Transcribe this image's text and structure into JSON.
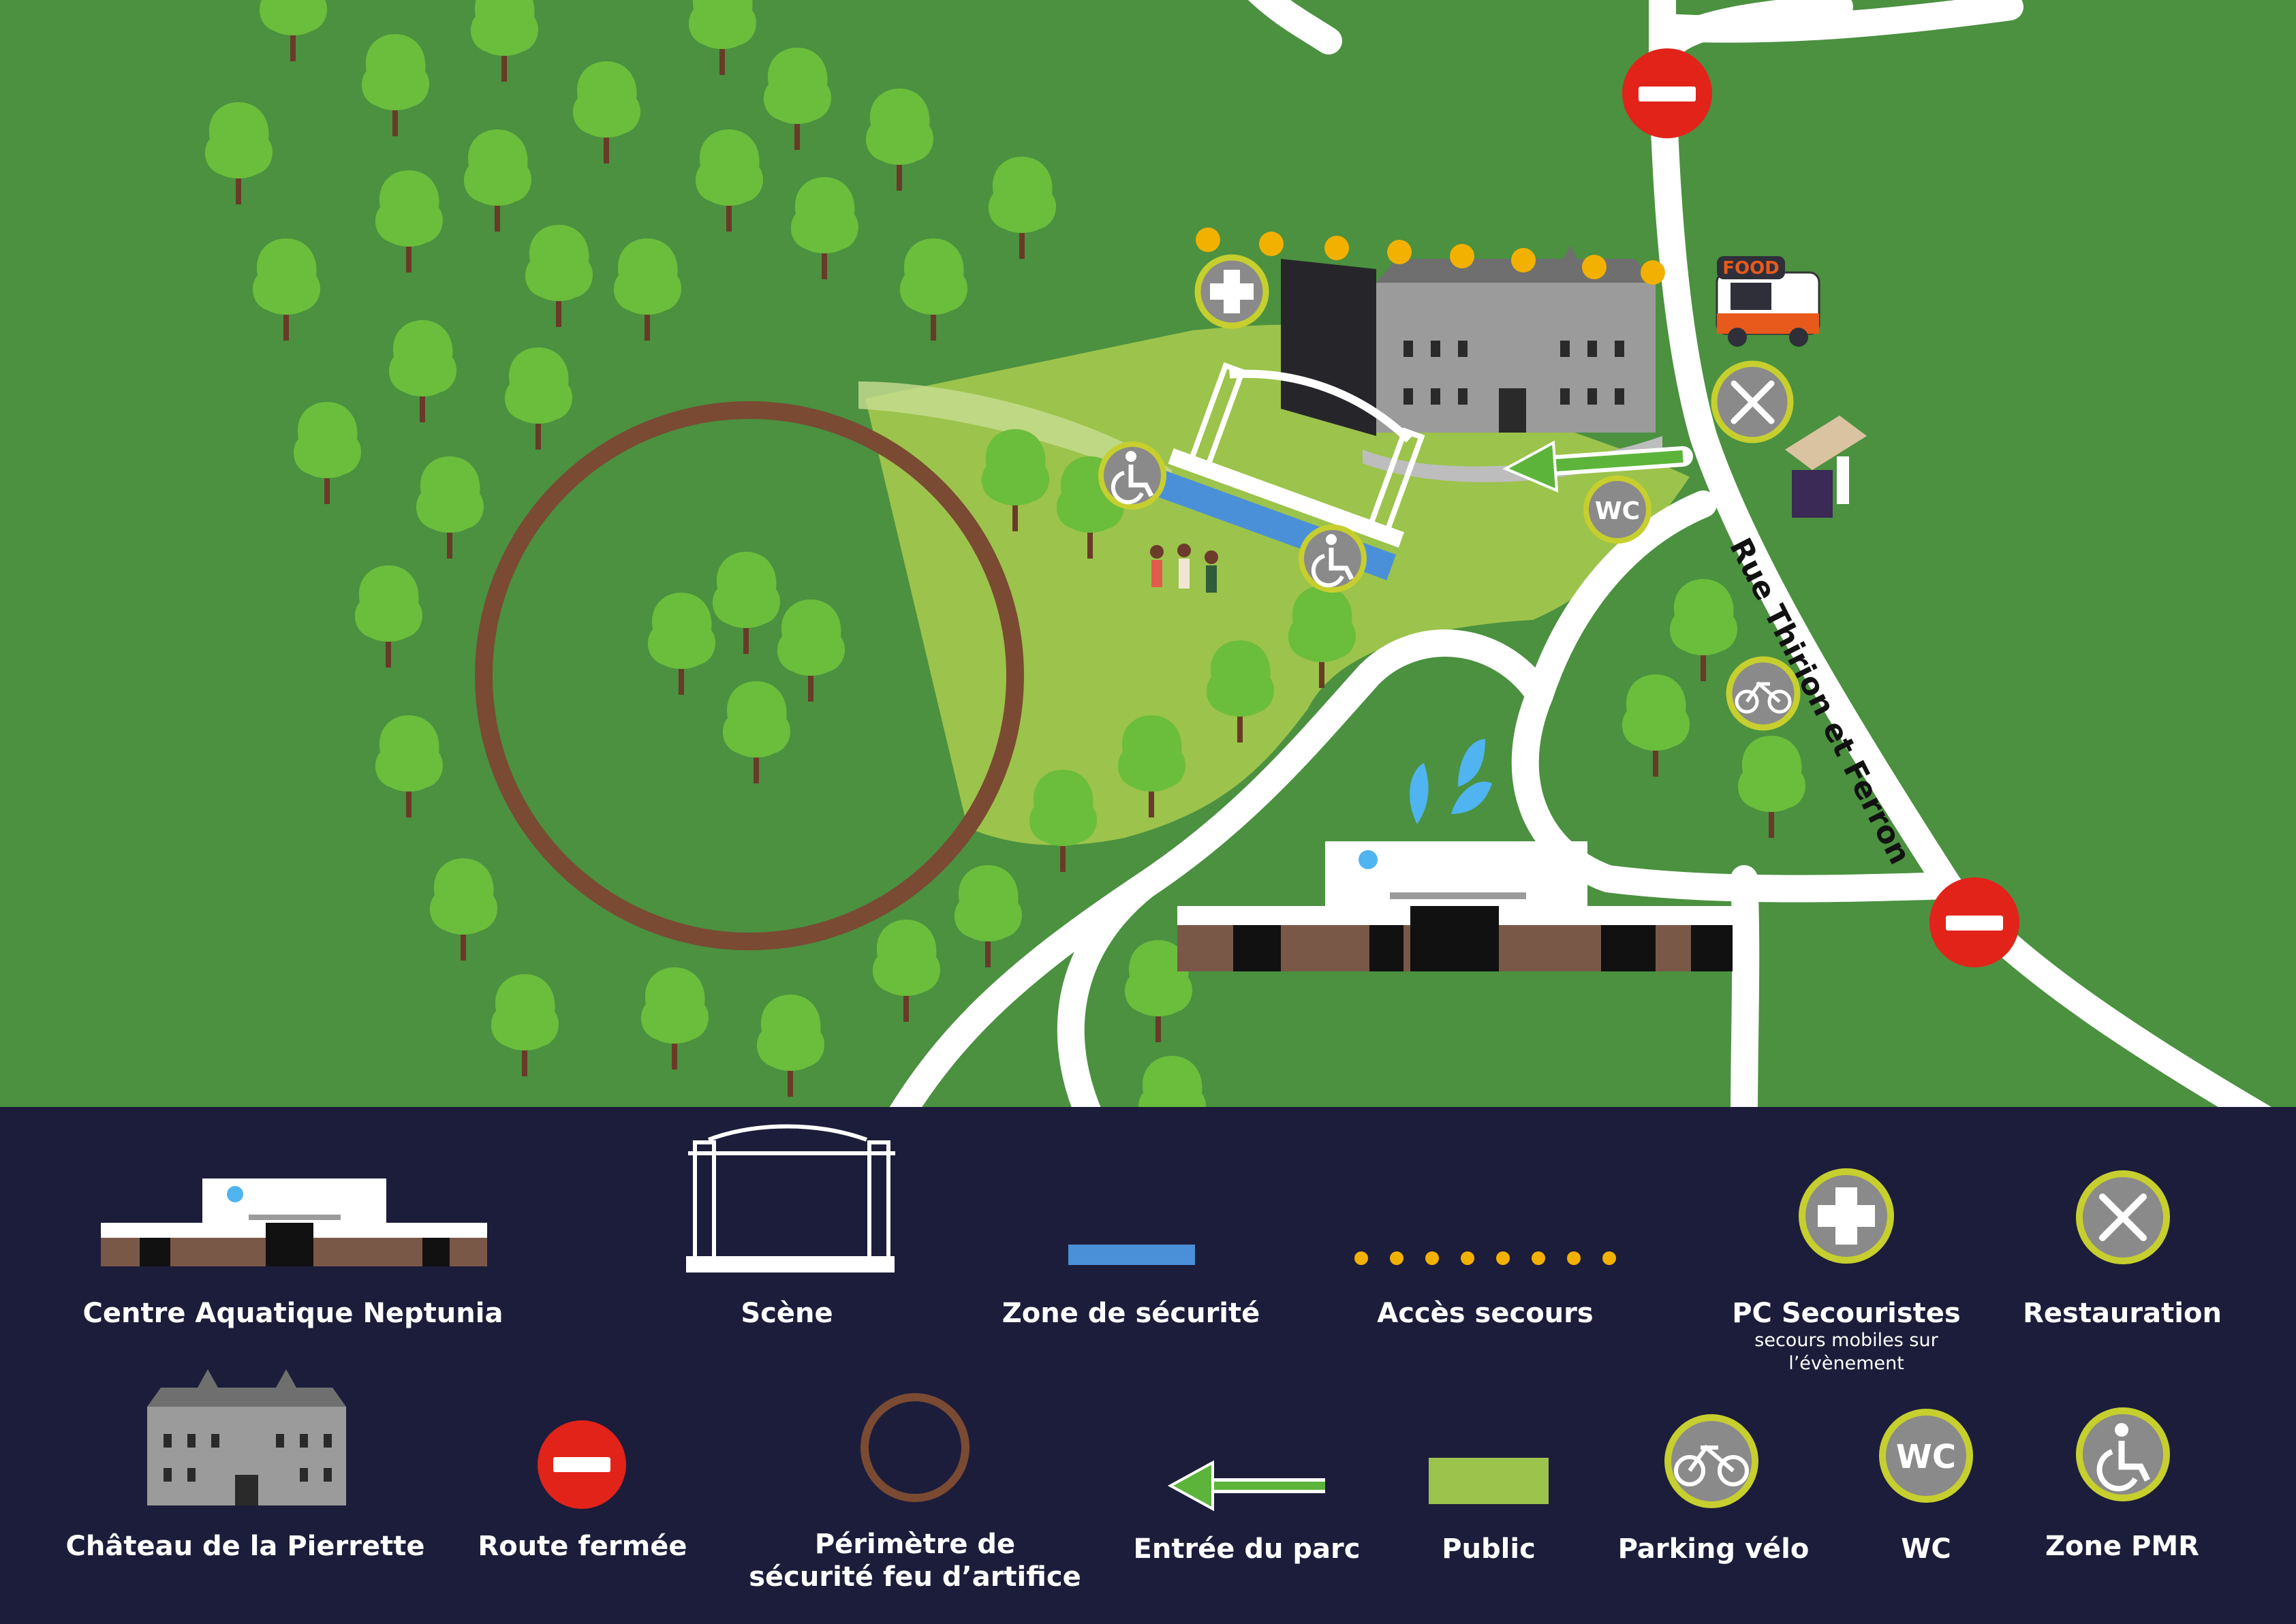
{
  "map": {
    "street_name": "Rue Thirion et Ferron",
    "food_truck_sign": "FOOD",
    "wc_badge_text": "WC",
    "colors": {
      "grass": "#4b9140",
      "public_zone": "#9cc34b",
      "road": "#ffffff",
      "tree": "#6bbd3c",
      "trunk": "#6a3a28",
      "perimeter": "#7a4a33",
      "no_entry": "#e2231a",
      "rescue_dots": "#f2b100",
      "badge_ring": "#c6cf2e",
      "badge_fill": "#8a8a8a",
      "security_zone": "#4a90d9",
      "entrance_arrow": "#5cb53a"
    }
  },
  "legend": {
    "items": {
      "aquatic_center": {
        "label": "Centre Aquatique Neptunia"
      },
      "stage": {
        "label": "Scène"
      },
      "security_zone": {
        "label": "Zone de sécurité"
      },
      "rescue_access": {
        "label": "Accès secours"
      },
      "first_aid": {
        "label": "PC Secouristes",
        "sub": "secours mobiles sur l’évènement"
      },
      "food": {
        "label": "Restauration"
      },
      "chateau": {
        "label": "Château de la Pierrette"
      },
      "road_closed": {
        "label": "Route fermée"
      },
      "fireworks_perimeter": {
        "label": "Périmètre de sécurité feu d’artifice"
      },
      "park_entrance": {
        "label": "Entrée du parc"
      },
      "public": {
        "label": "Public"
      },
      "bike_parking": {
        "label": "Parking vélo"
      },
      "wc": {
        "label": "WC",
        "badge": "WC"
      },
      "pmr": {
        "label": "Zone PMR"
      }
    }
  }
}
